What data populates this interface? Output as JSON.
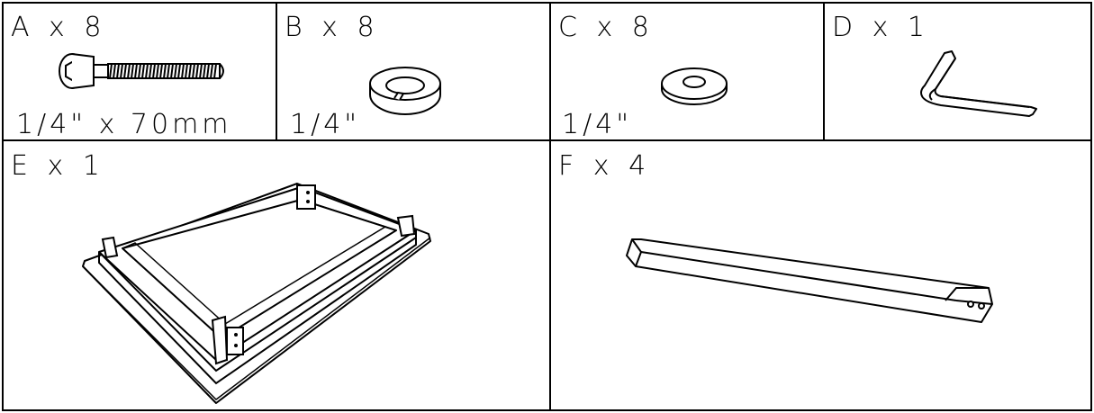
{
  "parts": [
    {
      "id": "A",
      "label": "A x 8",
      "spec": "1/4\" x 70mm",
      "icon": "bolt-icon"
    },
    {
      "id": "B",
      "label": "B x 8",
      "spec": "1/4\"",
      "icon": "lock-washer-icon"
    },
    {
      "id": "C",
      "label": "C x 8",
      "spec": "1/4\"",
      "icon": "flat-washer-icon"
    },
    {
      "id": "D",
      "label": "D x 1",
      "spec": "",
      "icon": "allen-key-icon"
    },
    {
      "id": "E",
      "label": "E x 1",
      "spec": "",
      "icon": "base-frame-icon"
    },
    {
      "id": "F",
      "label": "F x 4",
      "spec": "",
      "icon": "leg-icon"
    }
  ]
}
